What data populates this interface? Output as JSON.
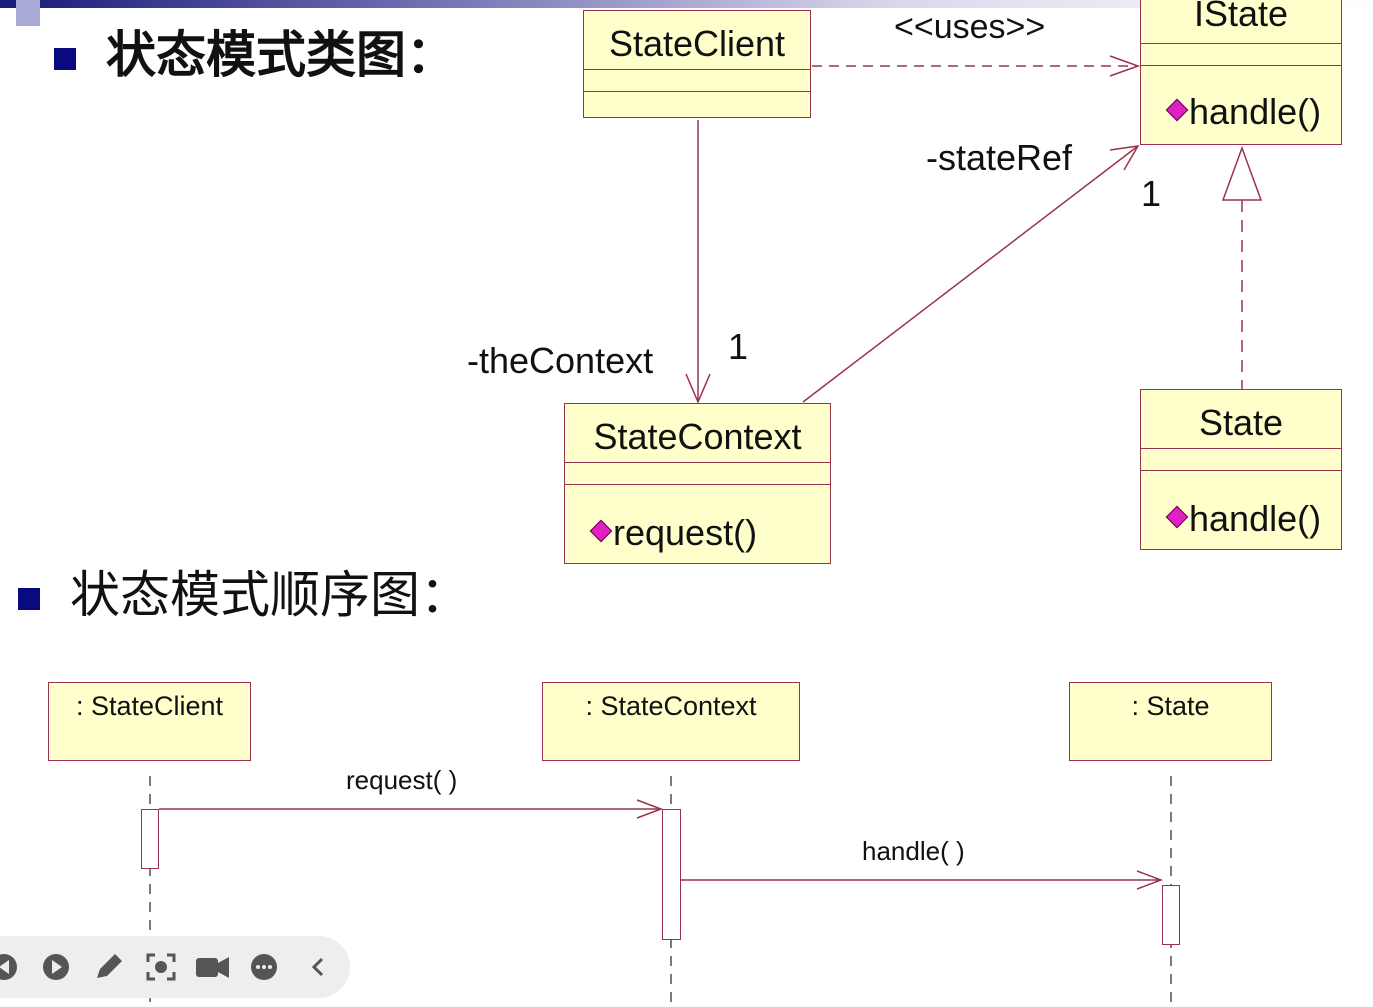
{
  "headings": {
    "class_diagram": "状态模式类图：",
    "sequence_diagram": "状态模式顺序图："
  },
  "classes": {
    "state_client": {
      "name": "StateClient"
    },
    "istate": {
      "name": "IState",
      "operation": "handle()"
    },
    "state_context": {
      "name": "StateContext",
      "operation": "request()"
    },
    "state": {
      "name": "State",
      "operation": "handle()"
    }
  },
  "relations": {
    "uses_label": "<<uses>>",
    "state_ref_role": "-stateRef",
    "state_ref_multiplicity": "1",
    "context_role": "-theContext",
    "context_multiplicity": "1"
  },
  "sequence": {
    "objects": [
      ": StateClient",
      ": StateContext",
      ": State"
    ],
    "messages": [
      "request( )",
      "handle( )"
    ]
  },
  "toolbar": {
    "icons": [
      "back-icon",
      "play-icon",
      "pen-icon",
      "screenshot-icon",
      "camera-icon",
      "more-icon",
      "collapse-icon"
    ]
  },
  "colors": {
    "line": "#99334d",
    "box_fill": "#ffffcc",
    "bullet": "#0a0a80",
    "operation_icon": "#e020c0"
  }
}
